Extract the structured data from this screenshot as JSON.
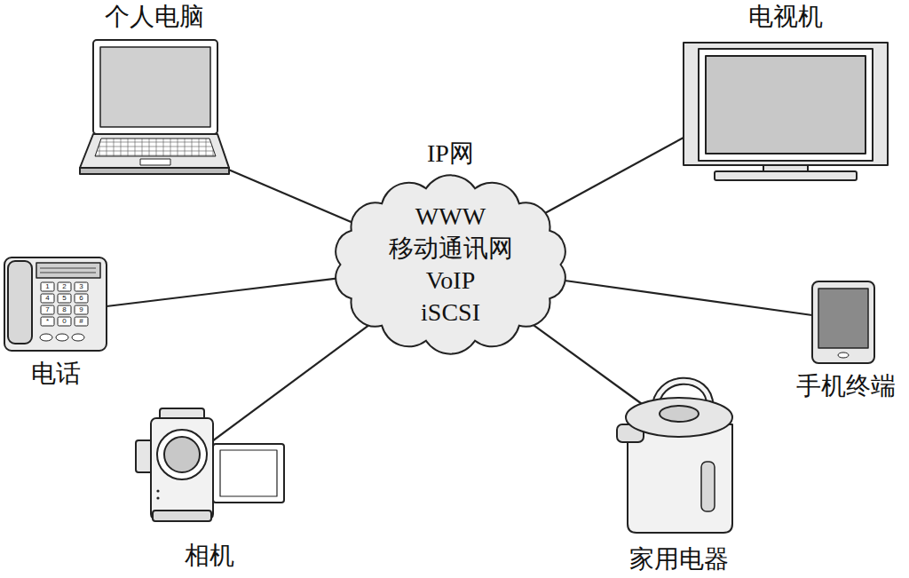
{
  "diagram": {
    "nodes": [
      {
        "text": [
          "个人电脑"
        ]
      },
      {
        "text": [
          "电视机"
        ]
      },
      {
        "text": [
          "IP网",
          "WWW",
          "移动通讯网",
          "VoIP",
          "iSCSI"
        ]
      },
      {
        "text": [
          "电话"
        ]
      },
      {
        "text": [
          "手机终端"
        ]
      },
      {
        "text": [
          "相机"
        ]
      },
      {
        "text": [
          "家用电器"
        ]
      }
    ],
    "edges": [
      {
        "from": 2,
        "to": 0,
        "arrow": "none"
      },
      {
        "from": 2,
        "to": 1,
        "arrow": "none"
      },
      {
        "from": 2,
        "to": 3,
        "arrow": "none"
      },
      {
        "from": 2,
        "to": 4,
        "arrow": "none"
      },
      {
        "from": 2,
        "to": 5,
        "arrow": "none"
      },
      {
        "from": 2,
        "to": 6,
        "arrow": "none"
      }
    ],
    "labels": [
      "1",
      "2",
      "3",
      "4",
      "5",
      "6",
      "7",
      "8",
      "9",
      "*",
      "0",
      "#"
    ]
  }
}
